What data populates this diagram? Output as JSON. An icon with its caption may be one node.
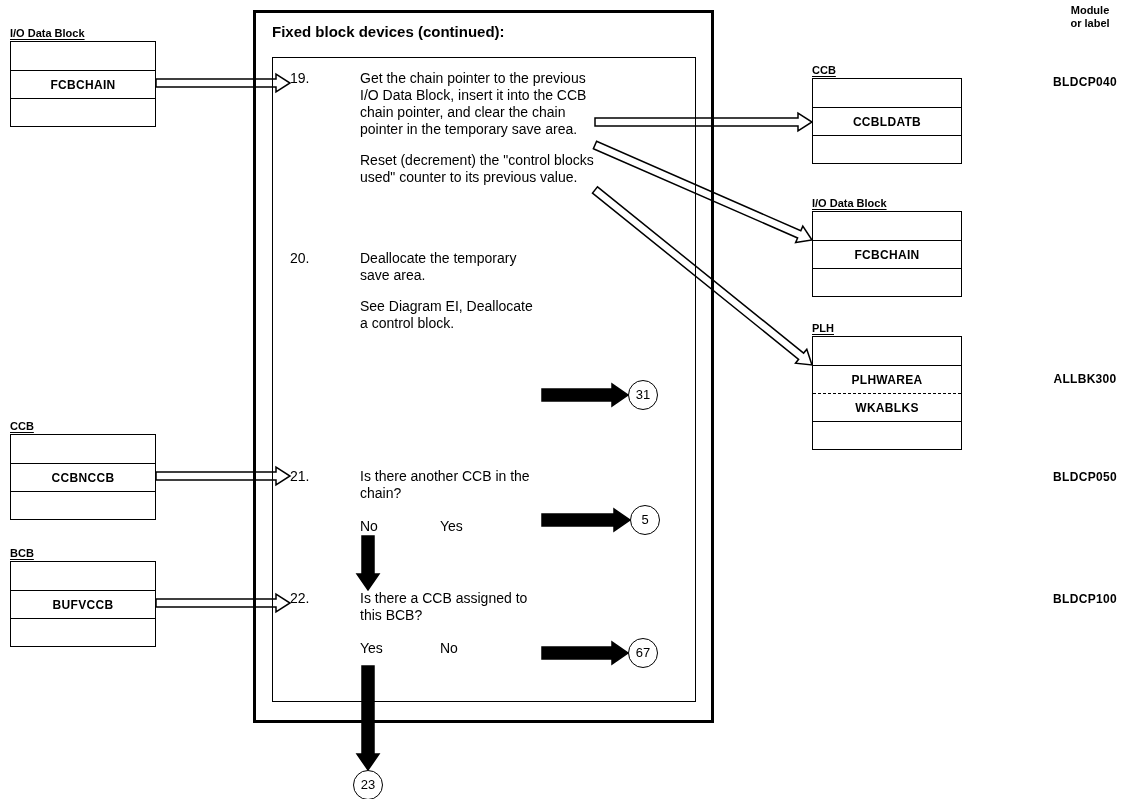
{
  "diagram": {
    "nodes": [
      {
        "text": [
          "Fixed block devices (continued):"
        ]
      },
      {
        "text": [],
        "shape": "box",
        "in": 0
      },
      {
        "text": [
          "19.",
          "Get the chain pointer to the previous I/O Data Block, insert it into the CCB chain pointer, and clear the chain pointer in the temporary save area.",
          "Reset (decrement) the \"control blocks used\" counter to its previous value."
        ],
        "in": 1
      },
      {
        "text": [
          "20.",
          "Deallocate the temporary save area.",
          "See Diagram EI, Deallocate a control block."
        ],
        "in": 1
      },
      {
        "text": [
          "21.",
          "Is there another CCB in the chain?",
          "No",
          "Yes"
        ],
        "in": 1
      },
      {
        "text": [
          "22.",
          "Is there a CCB assigned to this BCB?",
          "Yes",
          "No"
        ],
        "in": 1
      },
      {
        "text": [
          "31"
        ],
        "in": 1
      },
      {
        "text": [
          "5"
        ],
        "in": 1
      },
      {
        "text": [
          "67"
        ],
        "in": 1
      },
      {
        "text": [
          "23"
        ]
      },
      {
        "text": [
          "I/O Data Block",
          "FCBCHAIN"
        ]
      },
      {
        "text": [
          "CCB",
          "CCBNCCB"
        ]
      },
      {
        "text": [
          "BCB",
          "BUFVCCB"
        ]
      },
      {
        "text": [
          "CCB",
          "CCBLDATB"
        ]
      },
      {
        "text": [
          "I/O Data Block",
          "FCBCHAIN"
        ]
      },
      {
        "text": [
          "PLH",
          "PLHWAREA",
          "WKABLKS"
        ]
      }
    ],
    "edges": [
      {
        "from": 10,
        "to": 2,
        "arrow": "to"
      },
      {
        "from": 11,
        "to": 4,
        "arrow": "to"
      },
      {
        "from": 12,
        "to": 5,
        "arrow": "to"
      },
      {
        "from": 2,
        "to": 13,
        "arrow": "to"
      },
      {
        "from": 2,
        "to": 14,
        "arrow": "to"
      },
      {
        "from": 2,
        "to": 15,
        "arrow": "to"
      },
      {
        "from": 3,
        "to": 6,
        "arrow": "to",
        "style": "thick"
      },
      {
        "from": 4,
        "to": 7,
        "arrow": "to",
        "style": "thick"
      },
      {
        "from": 4,
        "to": 5,
        "arrow": "to",
        "style": "thick"
      },
      {
        "from": 5,
        "to": 8,
        "arrow": "to",
        "style": "thick"
      },
      {
        "from": 5,
        "to": 9,
        "arrow": "to",
        "style": "thick"
      }
    ],
    "labels": [
      "Module or label",
      "BLDCP040",
      "ALLBK300",
      "BLDCP050",
      "BLDCP100"
    ]
  }
}
